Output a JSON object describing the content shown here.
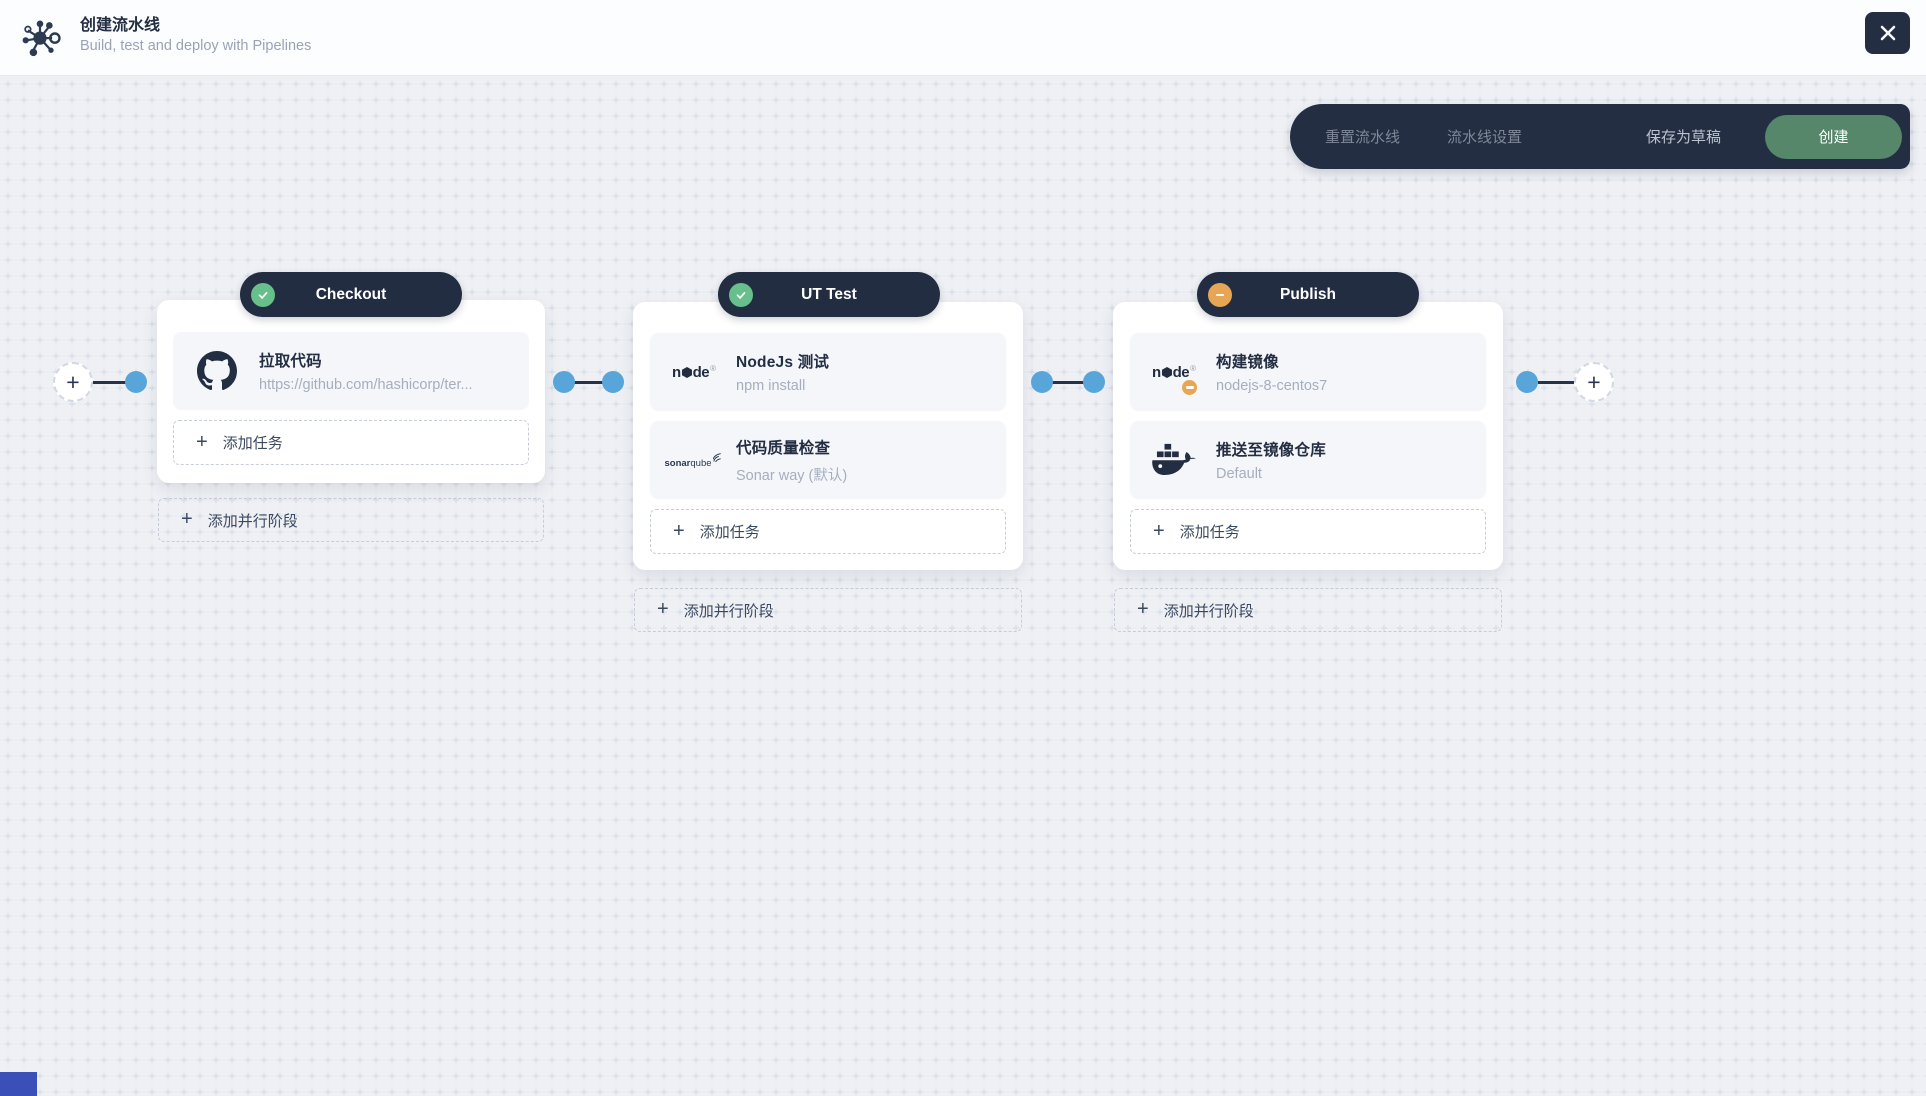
{
  "header": {
    "title": "创建流水线",
    "subtitle": "Build, test and deploy with Pipelines"
  },
  "toolbar": {
    "items": [
      "重置流水线",
      "流水线设置",
      "保存为草稿"
    ],
    "create_label": "创建"
  },
  "stages": [
    {
      "name": "Checkout",
      "status": "success",
      "tasks": [
        {
          "icon": "github-icon",
          "title": "拉取代码",
          "subtitle": "https://github.com/hashicorp/ter..."
        }
      ],
      "add_task": "添加任务",
      "add_parallel": "添加并行阶段"
    },
    {
      "name": "UT Test",
      "status": "success",
      "tasks": [
        {
          "icon": "nodejs-icon",
          "title": "NodeJs 测试",
          "subtitle": "npm install"
        },
        {
          "icon": "sonarqube-icon",
          "title": "代码质量检查",
          "subtitle": "Sonar way (默认)"
        }
      ],
      "add_task": "添加任务",
      "add_parallel": "添加并行阶段"
    },
    {
      "name": "Publish",
      "status": "pending",
      "tasks": [
        {
          "icon": "nodejs-icon",
          "badge": "minus-badge",
          "title": "构建镜像",
          "subtitle": "nodejs-8-centos7"
        },
        {
          "icon": "docker-icon",
          "title": "推送至镜像仓库",
          "subtitle": "Default"
        }
      ],
      "add_task": "添加任务",
      "add_parallel": "添加并行阶段"
    }
  ],
  "colors": {
    "dark_navy": "#242e42",
    "success_green": "#67c08c",
    "pending_amber": "#e7a655",
    "connector_blue": "#58a5da",
    "create_button_green": "#56876b",
    "canvas_bg": "#eef0f4"
  }
}
